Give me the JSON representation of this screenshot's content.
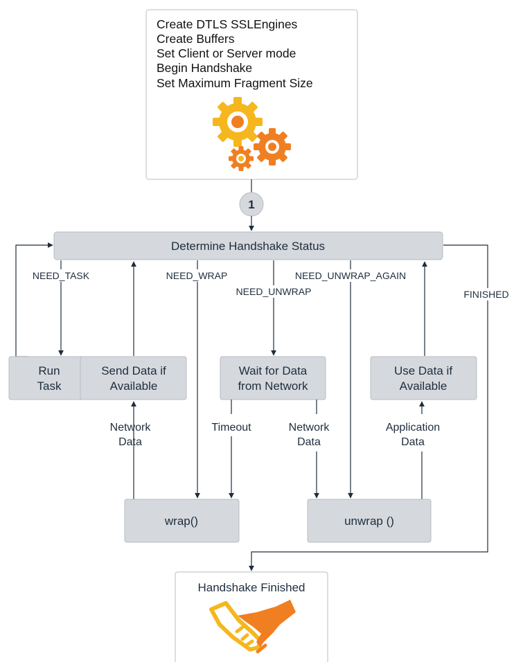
{
  "setup_box": {
    "lines": [
      "Create DTLS SSLEngines",
      "Create Buffers",
      "Set Client or Server mode",
      "Begin Handshake",
      "Set Maximum Fragment Size"
    ],
    "icon": "gears-icon"
  },
  "step_badge": "1",
  "status_box": "Determine Handshake Status",
  "edge_labels": {
    "need_task": "NEED_TASK",
    "need_wrap": "NEED_WRAP",
    "need_unwrap": "NEED_UNWRAP",
    "need_unwrap_again": "NEED_UNWRAP_AGAIN",
    "finished": "FINISHED"
  },
  "boxes": {
    "run_task": [
      "Run",
      "Task"
    ],
    "send_data": [
      "Send Data if",
      "Available"
    ],
    "wait_data": [
      "Wait for Data",
      "from Network"
    ],
    "use_data": [
      "Use Data if",
      "Available"
    ],
    "wrap": "wrap()",
    "unwrap": "unwrap ()"
  },
  "mid_labels": {
    "network_data_left": [
      "Network",
      "Data"
    ],
    "timeout": "Timeout",
    "network_data_right": [
      "Network",
      "Data"
    ],
    "application_data": [
      "Application",
      "Data"
    ]
  },
  "finished_box": {
    "title": "Handshake Finished",
    "icon": "handshake-icon"
  },
  "colors": {
    "gear_yellow": "#f5b71d",
    "gear_orange": "#f07f22",
    "box_grey": "#d5d9dd",
    "line": "#1f2d3d"
  }
}
